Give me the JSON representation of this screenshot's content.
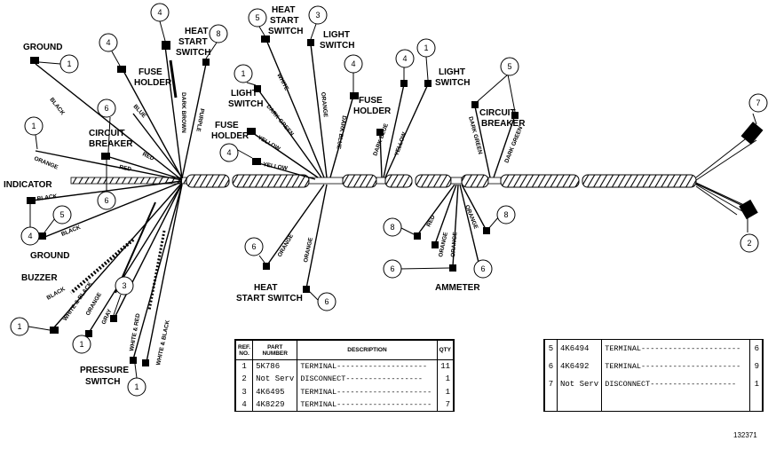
{
  "labels": {
    "ground_top": "GROUND",
    "indicator": "INDICATOR",
    "ground_left": "GROUND",
    "buzzer": "BUZZER",
    "pressure_switch_1": "PRESSURE",
    "pressure_switch_2": "SWITCH",
    "circuit_breaker_left_1": "CIRCUIT",
    "circuit_breaker_left_2": "BREAKER",
    "fuse_holder_top_1": "FUSE",
    "fuse_holder_top_2": "HOLDER",
    "heat_start_switch_a_1": "HEAT",
    "heat_start_switch_a_2": "START",
    "heat_start_switch_a_3": "SWITCH",
    "light_switch_left_1": "LIGHT",
    "light_switch_left_2": "SWITCH",
    "fuse_holder_mid_1": "FUSE",
    "fuse_holder_mid_2": "HOLDER",
    "heat_start_switch_b_1": "HEAT",
    "heat_start_switch_b_2": "START",
    "heat_start_switch_b_3": "SWITCH",
    "light_switch_top_1": "LIGHT",
    "light_switch_top_2": "SWITCH",
    "fuse_holder_right_1": "FUSE",
    "fuse_holder_right_2": "HOLDER",
    "light_switch_right_1": "LIGHT",
    "light_switch_right_2": "SWITCH",
    "circuit_breaker_right_1": "CIRCUIT",
    "circuit_breaker_right_2": "BREAKER",
    "heat_start_switch_bottom": "HEAT",
    "heat_start_switch_bottom_2": "START SWITCH",
    "ammeter": "AMMETER"
  },
  "wire_colors": {
    "black": "BLACK",
    "orange": "ORANGE",
    "red": "RED",
    "blue": "BLUE",
    "dark_brown": "DARK BROWN",
    "purple": "PURPLE",
    "white": "WHITE",
    "dark_green": "DARK GREEN",
    "yellow": "YELLOW",
    "dark_blue": "DARK BLUE",
    "white_black": "WHITE & BLACK",
    "gray": "GRAY",
    "white_red": "WHITE & RED"
  },
  "callouts": {
    "c1": "1",
    "c2": "2",
    "c3": "3",
    "c4": "4",
    "c5": "5",
    "c6": "6",
    "c7": "7",
    "c8": "8"
  },
  "parts_headers": {
    "ref_no": "REF. NO.",
    "part_number": "PART NUMBER",
    "description": "DESCRIPTION",
    "qty": "QTY"
  },
  "parts_left": [
    {
      "ref": "1",
      "part": "5K786",
      "desc": "TERMINAL--------------------",
      "qty": "11"
    },
    {
      "ref": "2",
      "part": "Not Serv",
      "desc": "DISCONNECT-----------------",
      "qty": "1"
    },
    {
      "ref": "3",
      "part": "4K6495",
      "desc": "TERMINAL---------------------",
      "qty": "1"
    },
    {
      "ref": "4",
      "part": "4K8229",
      "desc": "TERMINAL---------------------",
      "qty": "7"
    }
  ],
  "parts_right": [
    {
      "ref": "5",
      "part": "4K6494",
      "desc": "TERMINAL----------------------",
      "qty": "6"
    },
    {
      "ref": "6",
      "part": "4K6492",
      "desc": "TERMINAL----------------------",
      "qty": "9"
    },
    {
      "ref": "7",
      "part": "Not Serv",
      "desc": "DISCONNECT-------------------",
      "qty": "1"
    }
  ],
  "figure_id": "132371",
  "colors": {
    "ink": "#000000",
    "paper": "#ffffff"
  }
}
